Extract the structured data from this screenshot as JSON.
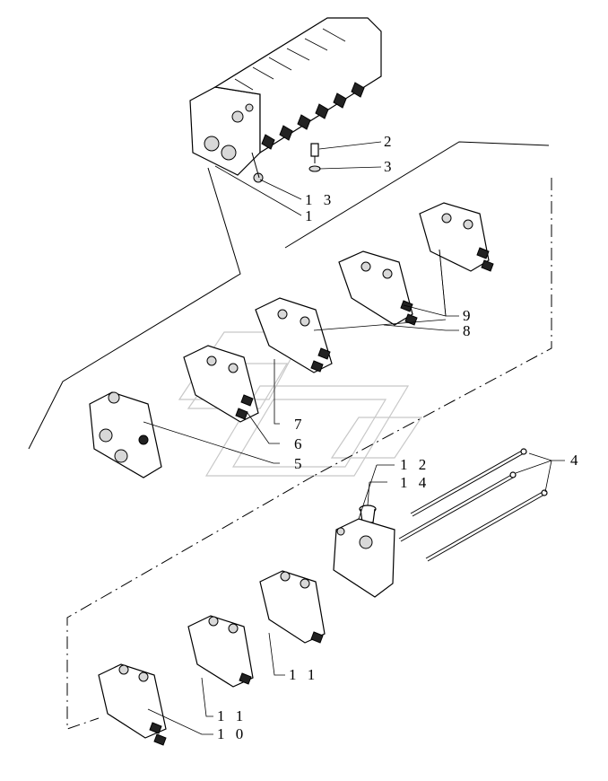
{
  "callouts": [
    {
      "id": "c2",
      "text": "2"
    },
    {
      "id": "c3",
      "text": "3"
    },
    {
      "id": "c13",
      "text": "1 3"
    },
    {
      "id": "c1",
      "text": "1"
    },
    {
      "id": "c9",
      "text": "9"
    },
    {
      "id": "c8",
      "text": "8"
    },
    {
      "id": "c7",
      "text": "7"
    },
    {
      "id": "c6",
      "text": "6"
    },
    {
      "id": "c5",
      "text": "5"
    },
    {
      "id": "c12",
      "text": "1 2"
    },
    {
      "id": "c14",
      "text": "1 4"
    },
    {
      "id": "c4",
      "text": "4"
    },
    {
      "id": "c11a",
      "text": "1 1"
    },
    {
      "id": "c11b",
      "text": "1 1"
    },
    {
      "id": "c10",
      "text": "1 0"
    }
  ],
  "colors": {
    "line": "#000000",
    "background": "#ffffff",
    "watermark": "#c8c8c8"
  }
}
